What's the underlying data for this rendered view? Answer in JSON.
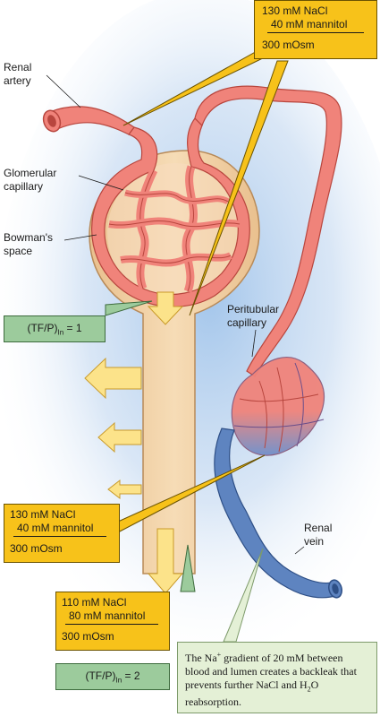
{
  "labels": {
    "renal_artery": [
      "Renal",
      "artery"
    ],
    "glomerular_capillary": [
      "Glomerular",
      "capillary"
    ],
    "bowmans_space": [
      "Bowman's",
      "space"
    ],
    "peritubular_capillary": [
      "Peritubular",
      "capillary"
    ],
    "renal_vein": [
      "Renal",
      "vein"
    ]
  },
  "boxes": {
    "top": {
      "nacl": "130 mM NaCl",
      "mannitol": "40 mM mannitol",
      "osm": "300 mOsm"
    },
    "middle": {
      "nacl": "130 mM NaCl",
      "mannitol": "40 mM mannitol",
      "osm": "300 mOsm"
    },
    "bottom": {
      "nacl": "110 mM NaCl",
      "mannitol": "80 mM mannitol",
      "osm": "300 mOsm"
    }
  },
  "ratios": {
    "upper": {
      "prefix": "(TF/P)",
      "sub": "In",
      "value": " = 1"
    },
    "lower": {
      "prefix": "(TF/P)",
      "sub": "In",
      "value": " = 2"
    }
  },
  "note": {
    "part1": "The Na",
    "sup": "+",
    "part2": " gradient of 20 mM between blood and lumen creates a backleak that prevents further NaCl and H",
    "sub": "2",
    "part3": "O reabsorption."
  },
  "colors": {
    "tubule": "#f2cfa0",
    "tubule_edge": "#b88a58",
    "artery": "#f0837a",
    "artery_edge": "#b8463e",
    "vein": "#5e84c0",
    "vein_edge": "#2e4f86",
    "arrow": "#fce38a",
    "arrow_edge": "#c99a2a",
    "yellow_box": "#f7c21a",
    "green_box": "#9ccb9c",
    "note_box": "#e4f0d6"
  }
}
